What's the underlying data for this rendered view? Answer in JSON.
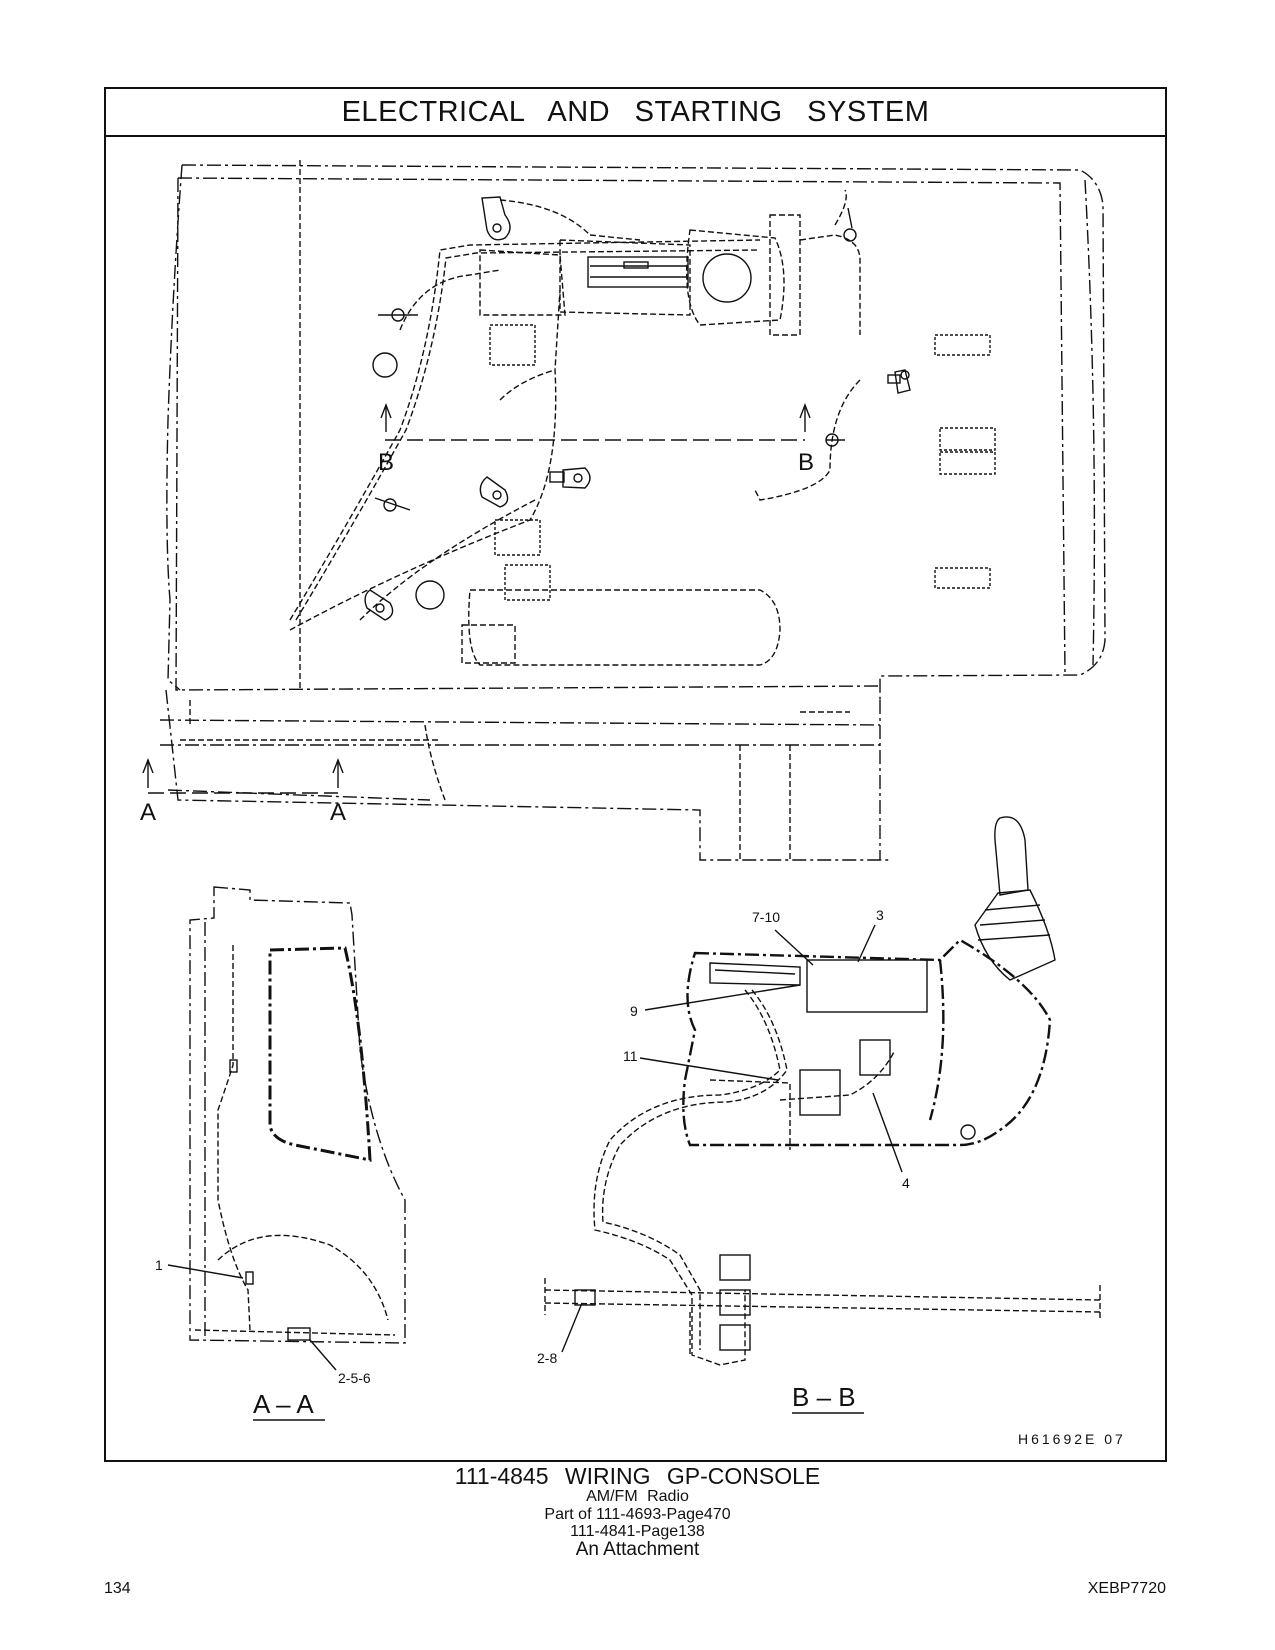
{
  "header": {
    "title": "ELECTRICAL AND STARTING SYSTEM"
  },
  "views": {
    "b_left_label": "B",
    "b_right_label": "B",
    "a_left_label": "A",
    "a_right_label": "A",
    "section_aa": "A – A",
    "section_bb": "B – B"
  },
  "callouts": {
    "c1": "1",
    "c256": "2-5-6",
    "c710": "7-10",
    "c3": "3",
    "c9": "9",
    "c11": "11",
    "c4": "4",
    "c28": "2-8"
  },
  "illustration_code": "H61692E  07",
  "caption": {
    "part_title": "111-4845  WIRING GP-CONSOLE",
    "line2": "AM/FM Radio",
    "line3": "Part of 111-4693-Page470",
    "line4": "111-4841-Page138",
    "line5": "An Attachment"
  },
  "footer": {
    "page_number": "134",
    "doc_code": "XEBP7720"
  }
}
